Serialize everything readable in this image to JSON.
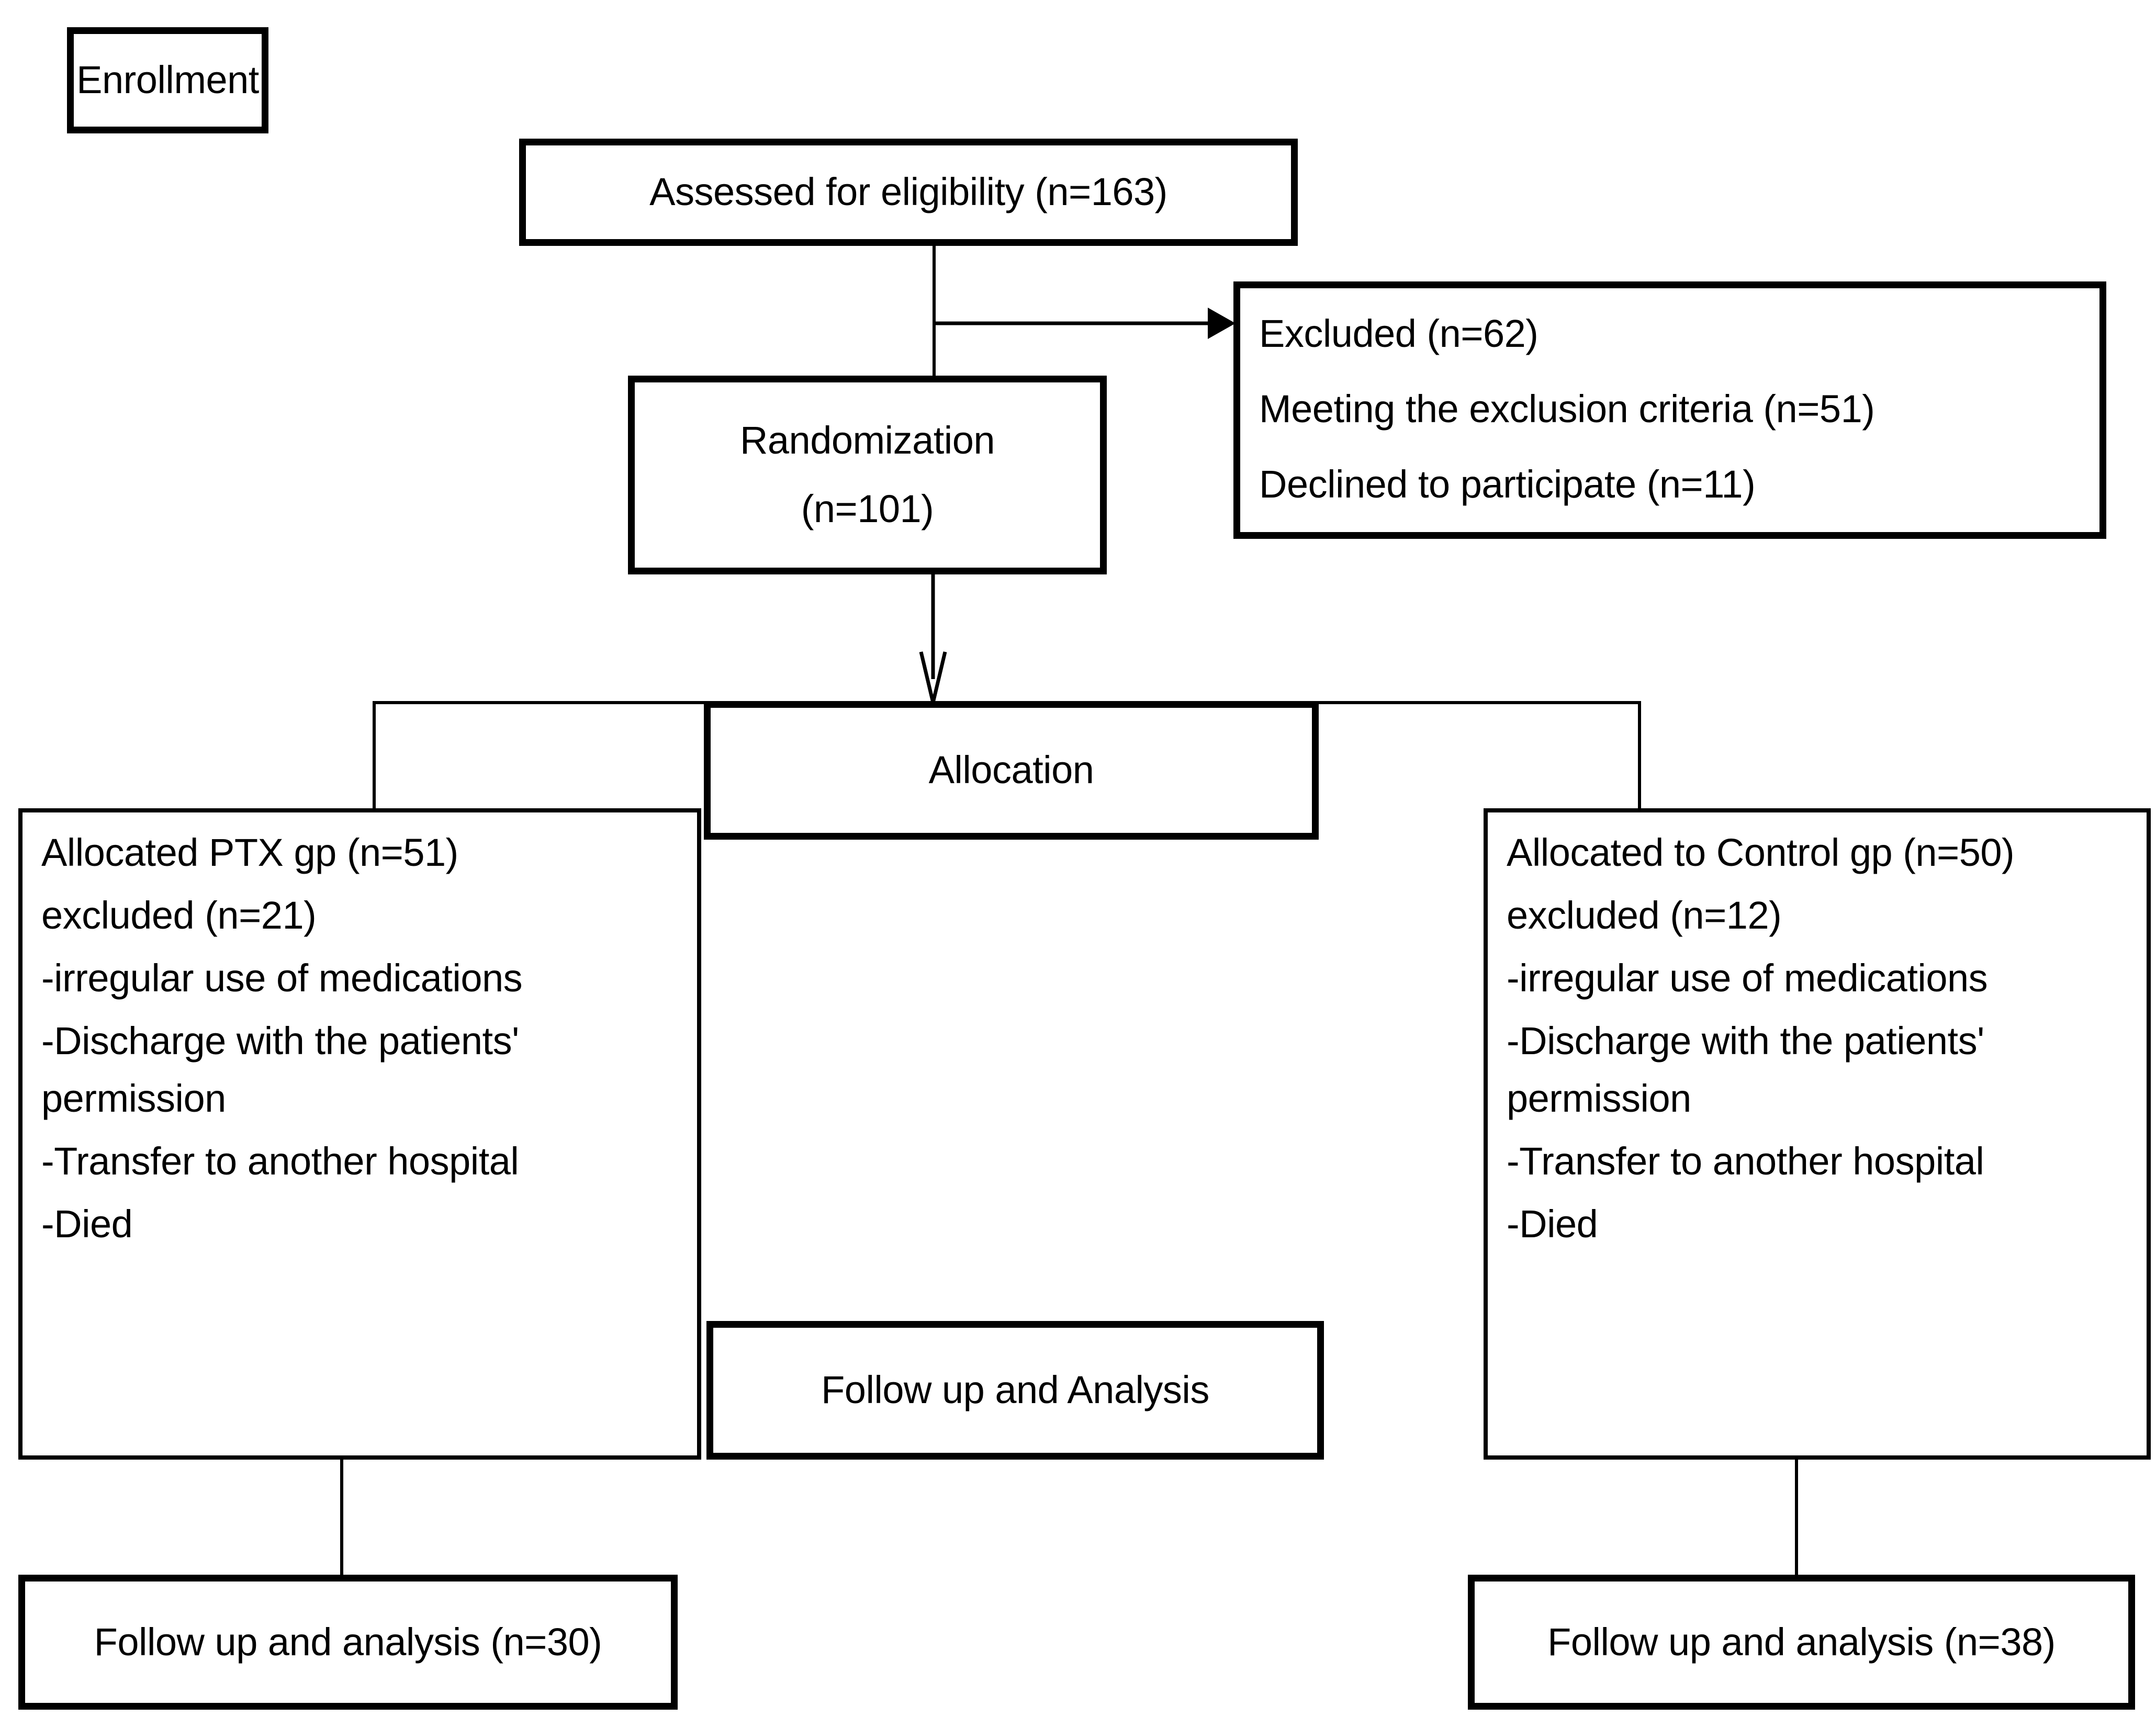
{
  "diagram": {
    "type": "consort-flow-diagram",
    "background_color": "#ffffff",
    "line_color": "#000000",
    "text_color": "#000000"
  },
  "stage_labels": {
    "enrollment": "Enrollment",
    "allocation": "Allocation",
    "follow_up_and_analysis": "Follow up and Analysis"
  },
  "nodes": {
    "assessed": {
      "label": "Assessed for eligibility (n=163)",
      "n": 163
    },
    "excluded": {
      "heading": "Excluded (n=62)",
      "n": 62,
      "reasons": [
        {
          "label": "Meeting the exclusion criteria (n=51)",
          "n": 51
        },
        {
          "label": "Declined to participate (n=11)",
          "n": 11
        }
      ]
    },
    "randomization": {
      "title": "Randomization",
      "count": "(n=101)",
      "n": 101
    },
    "ptx_group": {
      "allocated": "Allocated PTX gp (n=51)",
      "allocated_n": 51,
      "excluded": "excluded (n=21)",
      "excluded_n": 21,
      "reasons": [
        "-irregular use of medications",
        "-Discharge with the patients'",
        "permission",
        "-Transfer to another hospital",
        "-Died"
      ]
    },
    "control_group": {
      "allocated": "Allocated to Control gp (n=50)",
      "allocated_n": 50,
      "excluded": "excluded (n=12)",
      "excluded_n": 12,
      "reasons": [
        "-irregular use of medications",
        "-Discharge with the patients'",
        "permission",
        "-Transfer to another hospital",
        "-Died"
      ]
    },
    "ptx_result": {
      "label": "Follow up and analysis (n=30)",
      "n": 30
    },
    "control_result": {
      "label": "Follow up and analysis (n=38)",
      "n": 38
    }
  }
}
